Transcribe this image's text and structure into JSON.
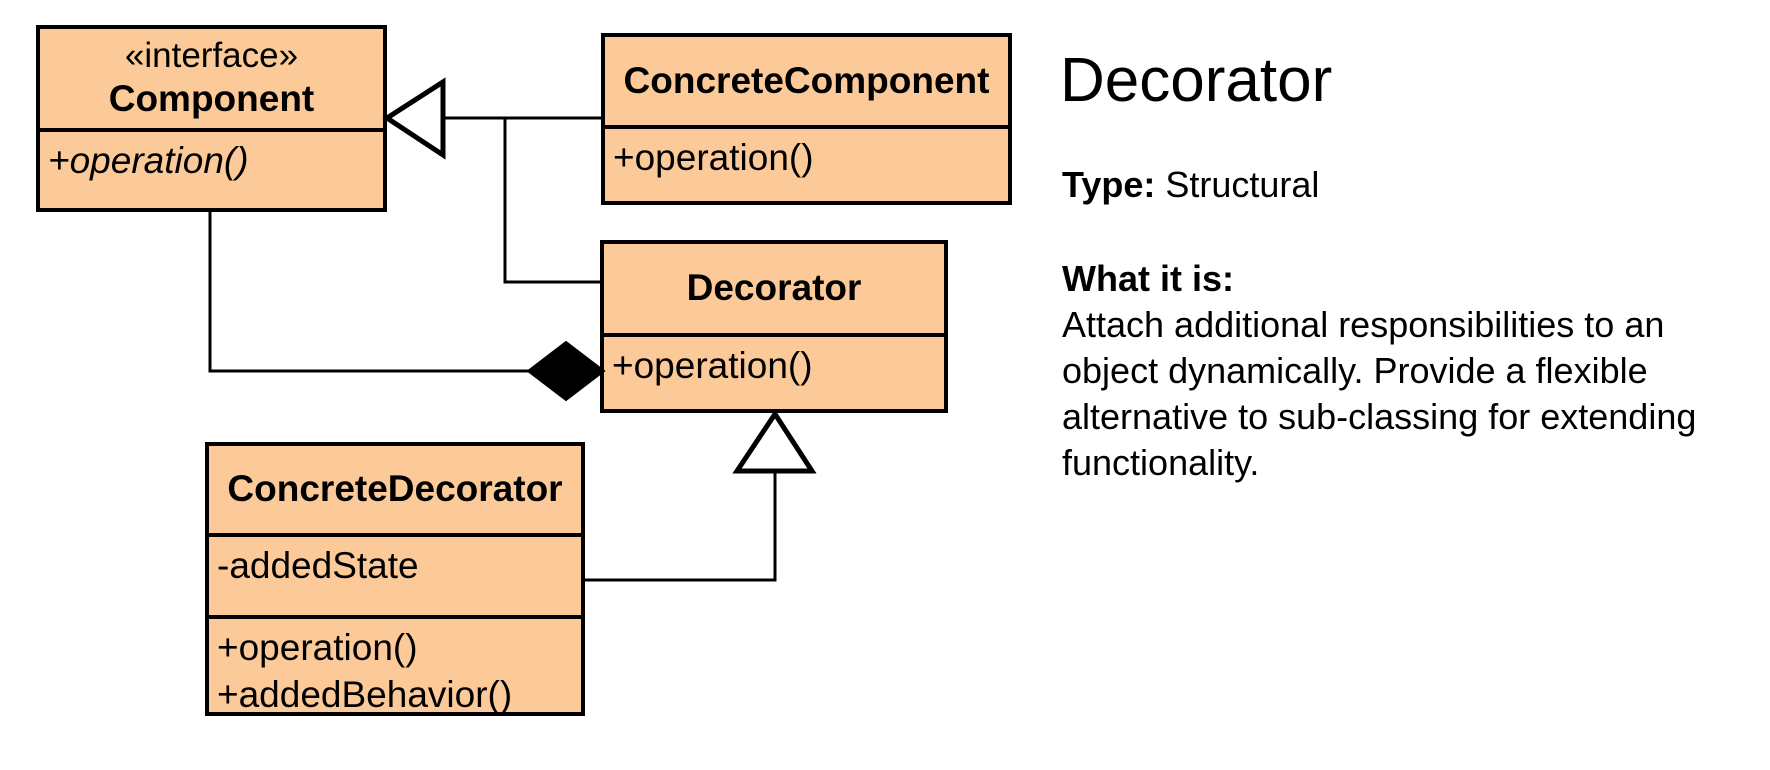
{
  "colors": {
    "box_fill": "#FBCA98",
    "line": "#000000",
    "background": "#FFFFFF"
  },
  "diagram": {
    "classes": {
      "component": {
        "stereotype": "«interface»",
        "name": "Component",
        "methods": [
          "+operation()"
        ]
      },
      "concrete_component": {
        "name": "ConcreteComponent",
        "methods": [
          "+operation()"
        ]
      },
      "decorator": {
        "name": "Decorator",
        "methods": [
          "+operation()"
        ]
      },
      "concrete_decorator": {
        "name": "ConcreteDecorator",
        "attributes": [
          "-addedState"
        ],
        "methods": [
          "+operation()",
          "+addedBehavior()"
        ]
      }
    }
  },
  "panel": {
    "title": "Decorator",
    "type_label": "Type:",
    "type_value": "Structural",
    "heading": "What it is:",
    "description_lines": [
      "Attach additional responsibilities to an",
      "object dynamically. Provide a flexible",
      "alternative to sub-classing for extending",
      "functionality."
    ]
  }
}
